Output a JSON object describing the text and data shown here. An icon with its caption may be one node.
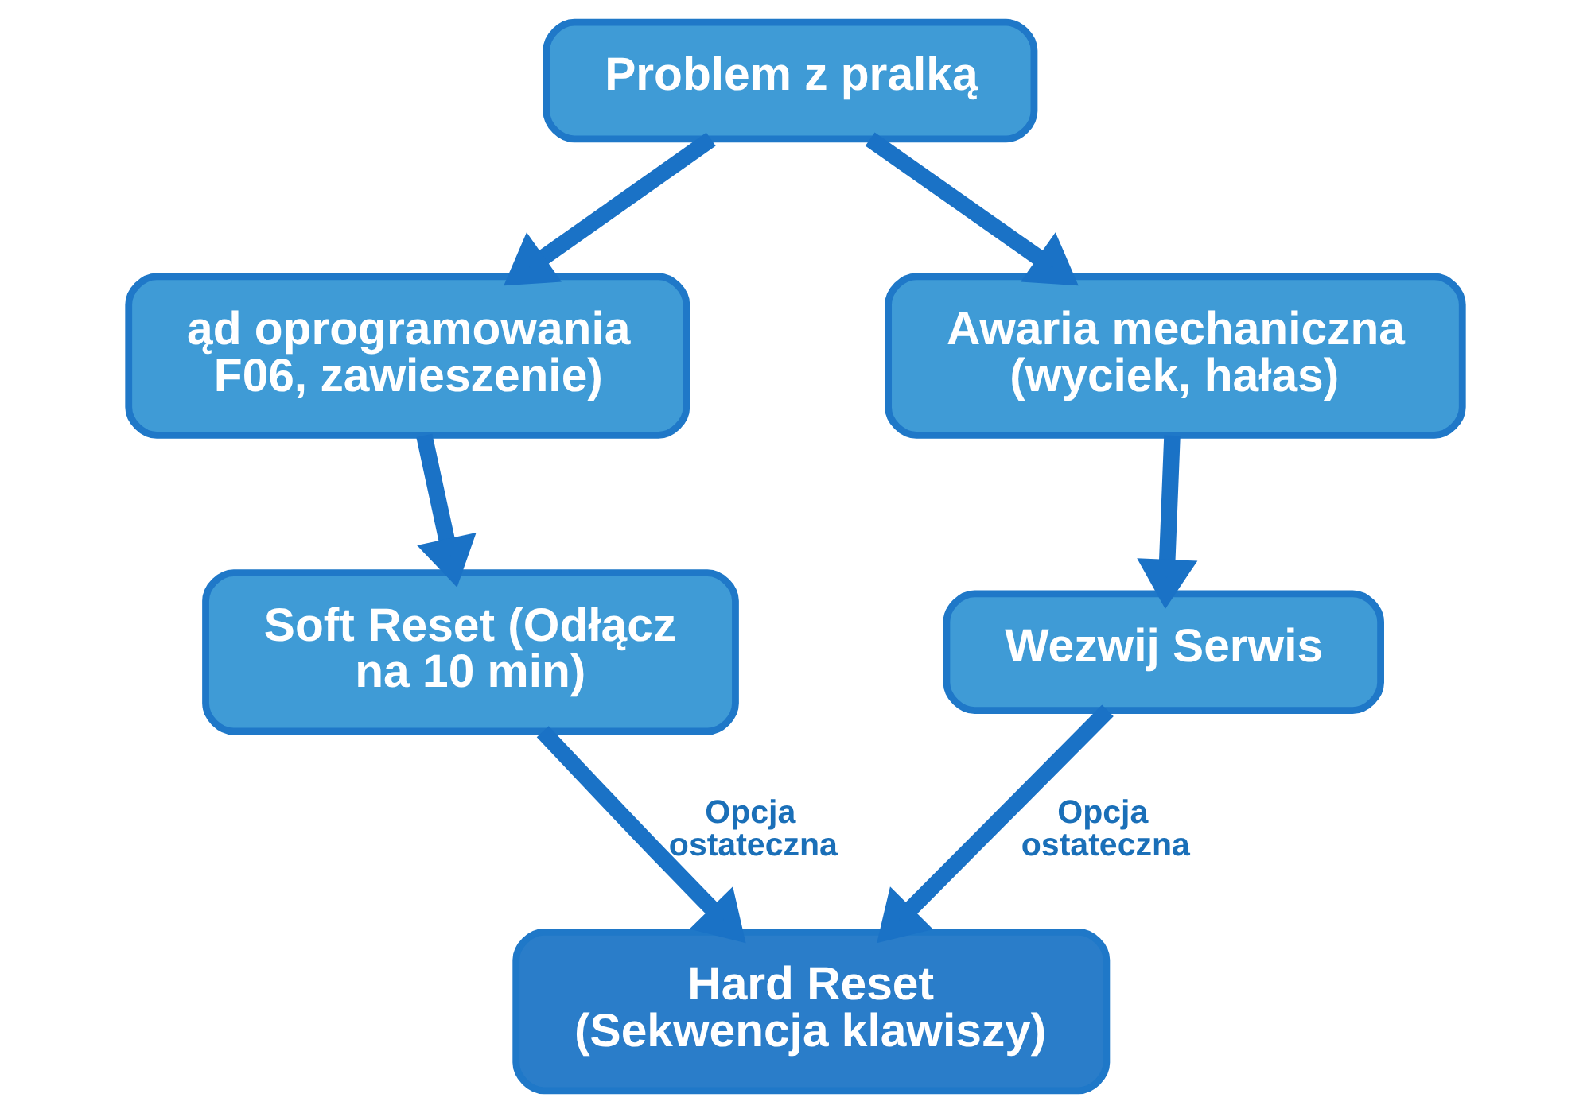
{
  "diagram": {
    "nodes": [
      {
        "text": [
          "Problem z pralką"
        ]
      },
      {
        "text": [
          "ąd oprogramowania F06, zawieszenie)"
        ]
      },
      {
        "text": [
          "Awaria mechaniczna (wyciek, hałas)"
        ]
      },
      {
        "text": [
          "Soft Reset (Odłącz na 10 min)"
        ]
      },
      {
        "text": [
          "Wezwij Serwis"
        ]
      },
      {
        "text": [
          "Hard Reset (Sekwencja klawiszy)"
        ]
      }
    ],
    "edges": [
      {
        "from": 0,
        "to": 1,
        "arrow": "to"
      },
      {
        "from": 0,
        "to": 2,
        "arrow": "to"
      },
      {
        "from": 1,
        "to": 3,
        "arrow": "to"
      },
      {
        "from": 2,
        "to": 4,
        "arrow": "to"
      },
      {
        "from": 3,
        "to": 5,
        "arrow": "to",
        "label": "Opcja ostateczna"
      },
      {
        "from": 4,
        "to": 5,
        "arrow": "to",
        "label": "Opcja ostateczna"
      }
    ]
  }
}
